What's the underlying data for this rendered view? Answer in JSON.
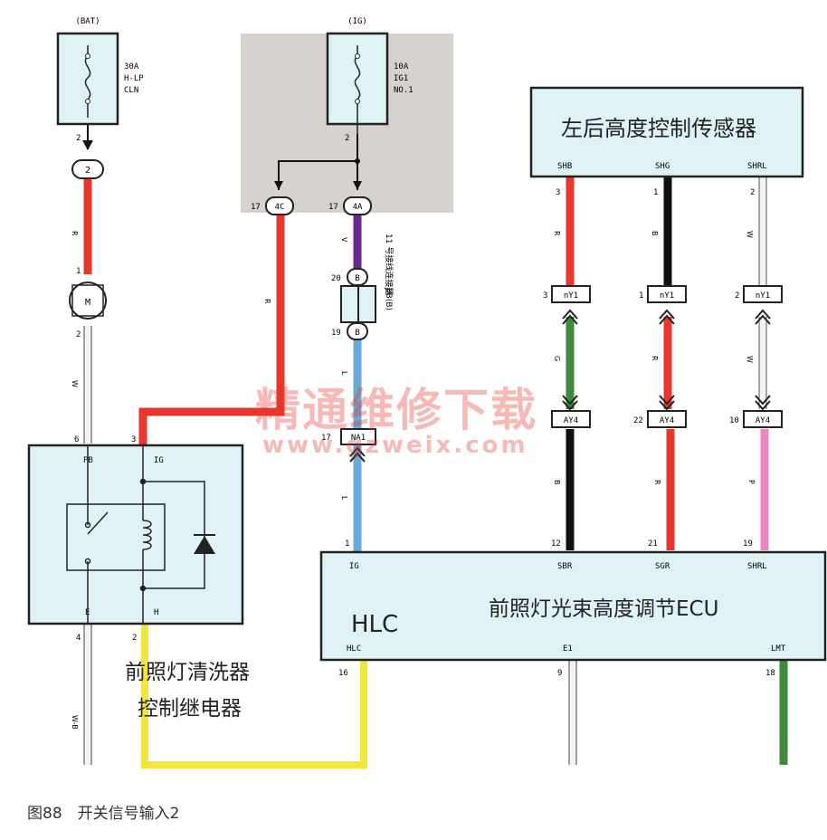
{
  "fuse_bat": {
    "supply": "(BAT)",
    "line1": "30A",
    "line2": "H-LP",
    "line3": "CLN",
    "out_pin": "2"
  },
  "fuse_ig": {
    "supply": "(IG)",
    "line1": "10A",
    "line2": "IG1",
    "line3": "NO.1",
    "out_pin": "2"
  },
  "sensor": {
    "title": "左后高度控制传感器",
    "pin_shb": "SHB",
    "pin_shg": "SHG",
    "pin_shrl": "SHRL",
    "num_shb": "3",
    "num_shg": "1",
    "num_shrl": "2"
  },
  "connectors": {
    "c2": "2",
    "c4c": "4C",
    "c4c_pin": "17",
    "c4a": "4A",
    "c4a_pin": "17",
    "b_top": "B",
    "b_top_pin": "20",
    "b_bot": "B",
    "b_bot_pin": "19",
    "na1": "NA1",
    "na1_pin": "17",
    "ny1": "nY1",
    "ny1_p1": "3",
    "ny1_p2": "1",
    "ny1_p3": "2",
    "ay4": "AY4",
    "ay4_p1": "",
    "ay4_p2": "22",
    "ay4_p3": "10",
    "j_note_1": "J/B(B)",
    "j_note_2": "11 号接线连接器"
  },
  "motor": {
    "label": "M",
    "pin_top": "1",
    "pin_bot": "2"
  },
  "relay": {
    "title_line1": "前照灯清洗器",
    "title_line2": "控制继电器",
    "pb": "PB",
    "ig": "IG",
    "e": "E",
    "h": "H",
    "pin_pb": "6",
    "pin_ig": "3",
    "pin_e": "4",
    "pin_h": "2"
  },
  "ecu": {
    "title": "前照灯光束高度调节ECU",
    "hlc_big": "HLC",
    "ig": "IG",
    "sbr": "SBR",
    "sgr": "SGR",
    "shrl": "SHRL",
    "hlc": "HLC",
    "e1": "E1",
    "lmt": "LMT",
    "pin_ig": "1",
    "pin_sbr": "12",
    "pin_sgr": "21",
    "pin_shrl": "19",
    "pin_hlc": "16",
    "pin_e1": "9",
    "pin_lmt": "18"
  },
  "wire_codes": {
    "r": "R",
    "w": "W",
    "v": "V",
    "l": "L",
    "g": "G",
    "b": "B",
    "p": "P",
    "wb": "W-B"
  },
  "watermark": {
    "line1": "精通维修下载",
    "line2": "www.gzweix.com"
  },
  "caption": "图88　开关信号输入2"
}
